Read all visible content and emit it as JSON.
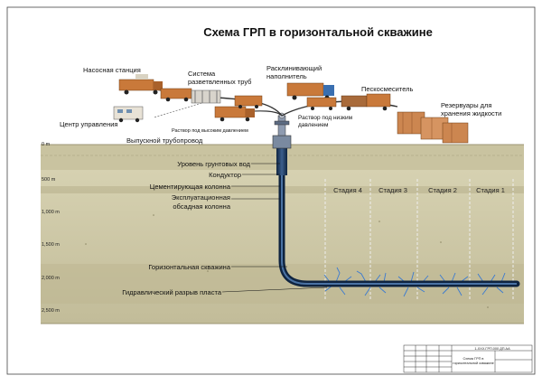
{
  "title": "Схема ГРП в горизонтальной скважине",
  "surface_labels": {
    "pump_station": "Насосная станция",
    "manifold": [
      "Система",
      "разветвленных труб"
    ],
    "proppant": [
      "Расклинивающий",
      "наполнитель"
    ],
    "sand_mixer": "Пескосмеситель",
    "reservoirs": [
      "Резервуары для",
      "хранения жидкости"
    ],
    "control_center": "Центр управления",
    "discharge": "Выпускной трубопровод",
    "high_pressure": "Раствор под высоким давлением",
    "low_pressure": [
      "Раствор под низким",
      "давлением"
    ]
  },
  "depth_marks": [
    "0 m",
    "500 m",
    "1,000 m",
    "1,500 m",
    "2,000 m",
    "2,500 m"
  ],
  "well_labels": {
    "groundwater": "Уровень грунтовых вод",
    "conductor": "Кондуктор",
    "cement": "Цементирующая колонна",
    "casing": [
      "Эксплуатационная",
      "обсадная колонна"
    ],
    "horizontal": "Горизонтальная скважина",
    "fracture": "Гидравлический разрыв пласта"
  },
  "stages": [
    "Стадия 4",
    "Стадия 3",
    "Стадия 2",
    "Стадия 1"
  ],
  "stamp": {
    "code": "1-ХХХ.ГРП.000 ДП.АА",
    "title": [
      "Схема ГРП в",
      "горизонтальной скважине"
    ]
  },
  "colors": {
    "ground": "#c7c2a0",
    "earth_band": "#b4ae8a",
    "pipe": "#1f3a5f",
    "fracture": "#3a7ad1",
    "truck": "#c9793a",
    "tank": "#cc8650"
  }
}
